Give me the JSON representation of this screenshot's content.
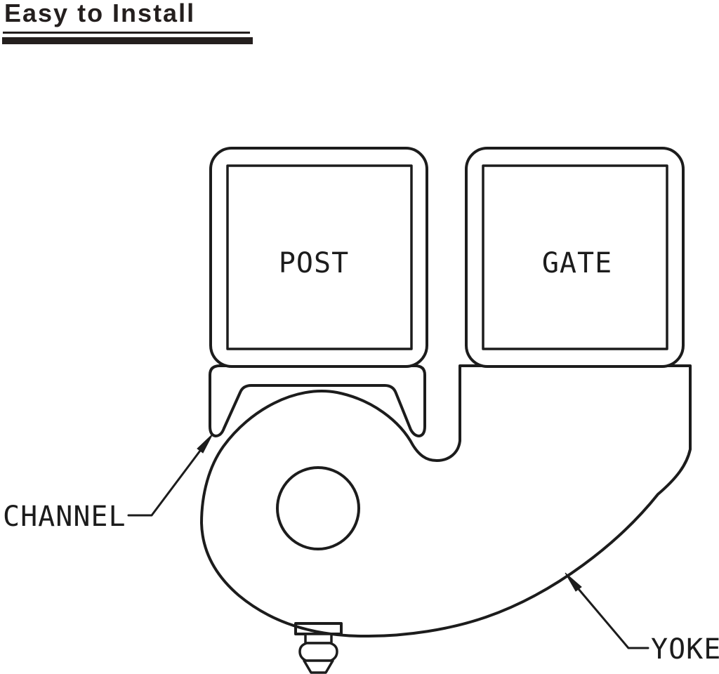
{
  "title": {
    "text": "Easy to Install"
  },
  "diagram": {
    "labels": {
      "post": "POST",
      "gate": "GATE",
      "channel": "CHANNEL",
      "yoke": "YOKE"
    }
  },
  "colors": {
    "background": "#ffffff",
    "line": "#1c1c1c",
    "title_text": "#241f1e"
  }
}
